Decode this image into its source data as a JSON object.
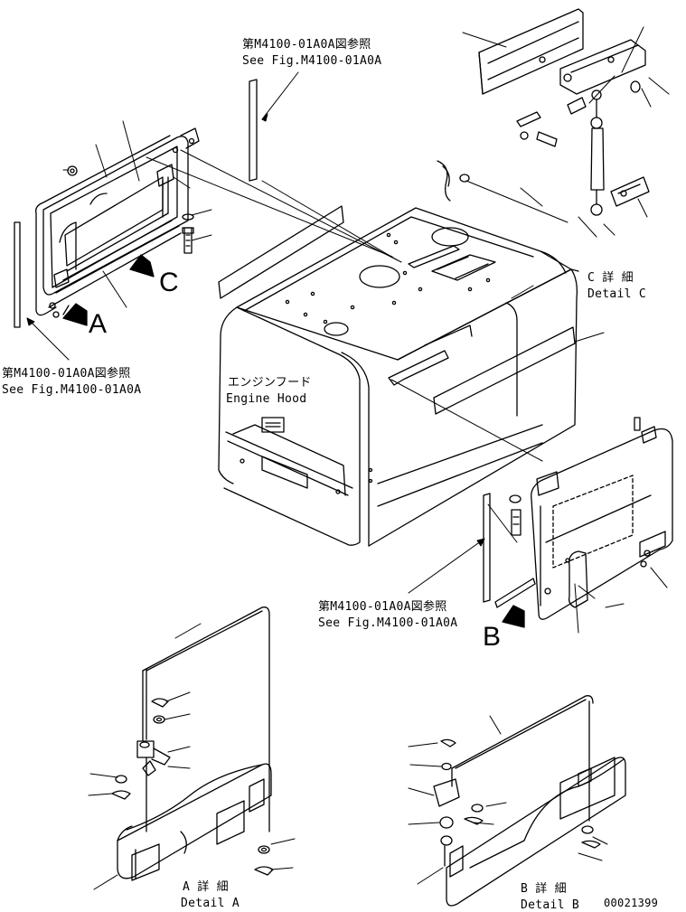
{
  "references": {
    "top_center": {
      "jp": "第M4100-01A0A図参照",
      "en": "See Fig.M4100-01A0A"
    },
    "left": {
      "jp": "第M4100-01A0A図参照",
      "en": "See Fig.M4100-01A0A"
    },
    "bottom_center": {
      "jp": "第M4100-01A0A図参照",
      "en": "See Fig.M4100-01A0A"
    }
  },
  "main_part": {
    "jp": "エンジンフード",
    "en": "Engine Hood"
  },
  "details": {
    "a": {
      "jp": "A 詳 細",
      "en": "Detail A"
    },
    "b": {
      "jp": "B 詳 細",
      "en": "Detail B"
    },
    "c": {
      "jp": "C 詳 細",
      "en": "Detail C"
    }
  },
  "view_letters": {
    "a": "A",
    "b": "B",
    "c": "C"
  },
  "drawing_number": "00021399",
  "colors": {
    "ink": "#000000",
    "paper": "#ffffff"
  }
}
